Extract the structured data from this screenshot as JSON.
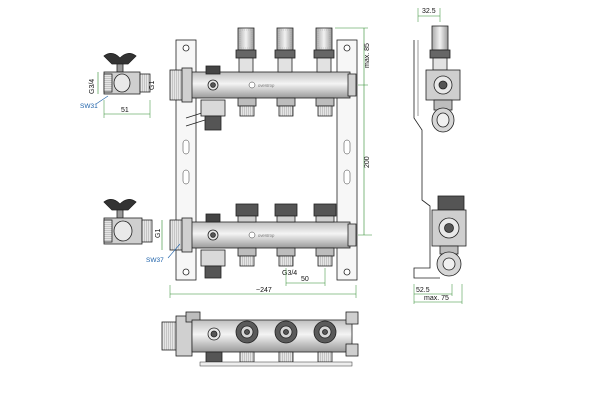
{
  "dimensions": {
    "width_top": "32.5",
    "max_height_top": "max. 85",
    "vertical_spacing": "200",
    "total_length": "~247",
    "outlet_spacing": "50",
    "depth": "52.5",
    "max_depth": "max. 75",
    "outlet_thread": "G3/4",
    "inlet_thread": "G1",
    "valve_thread_top": "G3/4",
    "valve_thread_top_side": "G1",
    "valve_length": "51",
    "valve_thread_bottom_side": "G1"
  },
  "callouts": {
    "sw_top": "SW31",
    "sw_bottom": "SW37"
  },
  "branding": {
    "logo_text_top": "oventrop",
    "logo_text_bottom": "oventrop"
  },
  "colors": {
    "dimension": "#2e8b2e",
    "callout": "#1a5fa8",
    "outline": "#222222",
    "metal": "#d9d9d9",
    "dark_part": "#555555"
  }
}
